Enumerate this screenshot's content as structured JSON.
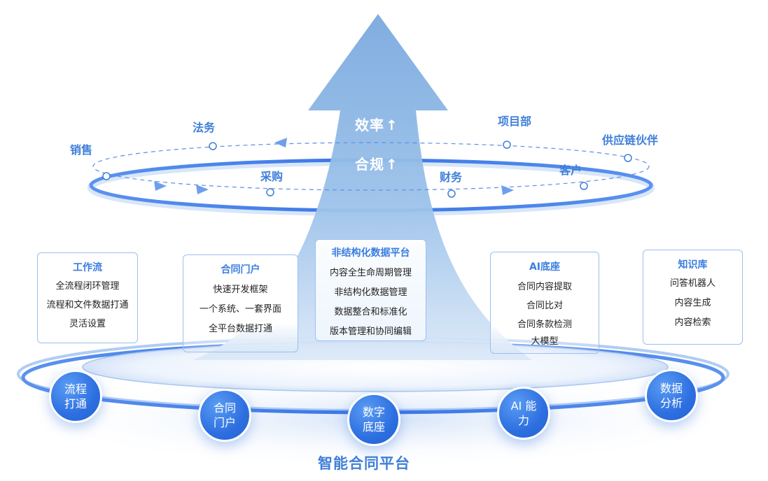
{
  "goals": [
    {
      "label": "效率",
      "arrow": "↑"
    },
    {
      "label": "合规",
      "arrow": "↑"
    }
  ],
  "departments": {
    "sales": "销售",
    "legal": "法务",
    "procurement": "采购",
    "project": "项目部",
    "supply_chain": "供应链伙伴",
    "finance": "财务",
    "customer": "客户"
  },
  "cards": {
    "workflow": {
      "title": "工作流",
      "items": [
        "全流程闭环管理",
        "流程和文件数据打通",
        "灵活设置"
      ]
    },
    "portal": {
      "title": "合同门户",
      "items": [
        "快速开发框架",
        "一个系统、一套界面",
        "全平台数据打通"
      ]
    },
    "unstructured": {
      "title": "非结构化数据平台",
      "items": [
        "内容全生命周期管理",
        "非结构化数据管理",
        "数据整合和标准化",
        "版本管理和协同编辑"
      ]
    },
    "ai": {
      "title": "AI底座",
      "items": [
        "合同内容提取",
        "合同比对",
        "合同条款检测",
        "大模型"
      ]
    },
    "kb": {
      "title": "知识库",
      "items": [
        "问答机器人",
        "内容生成",
        "内容检索"
      ]
    }
  },
  "nodes": {
    "process": "流程 打通",
    "portal": "合同 门户",
    "digital": "数字 底座",
    "ai": "AI 能力",
    "analytics": "数据 分析"
  },
  "platform_title": "智能合同平台",
  "colors": {
    "primary": "#2d6fe0",
    "accent_text": "#3f7fd9",
    "arrow": "#8fb7e3"
  }
}
